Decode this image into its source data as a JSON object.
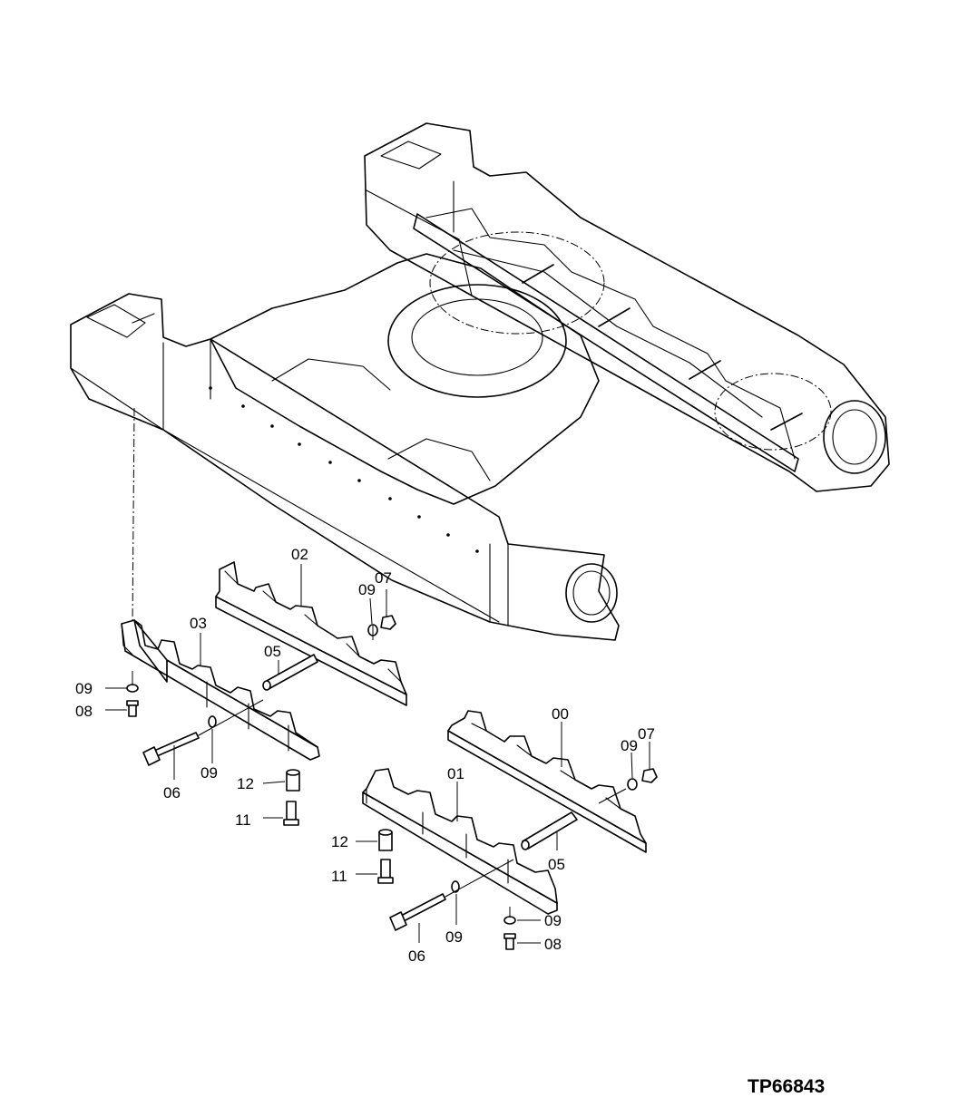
{
  "figure_code": "TP66843",
  "callouts": {
    "c00": "00",
    "c01": "01",
    "c02": "02",
    "c03": "03",
    "c05a": "05",
    "c05b": "05",
    "c06a": "06",
    "c06b": "06",
    "c07a": "07",
    "c07b": "07",
    "c08a": "08",
    "c08b": "08",
    "c09a": "09",
    "c09b": "09",
    "c09c": "09",
    "c09d": "09",
    "c09e": "09",
    "c09f": "09",
    "c11a": "11",
    "c11b": "11",
    "c12a": "12",
    "c12b": "12"
  }
}
